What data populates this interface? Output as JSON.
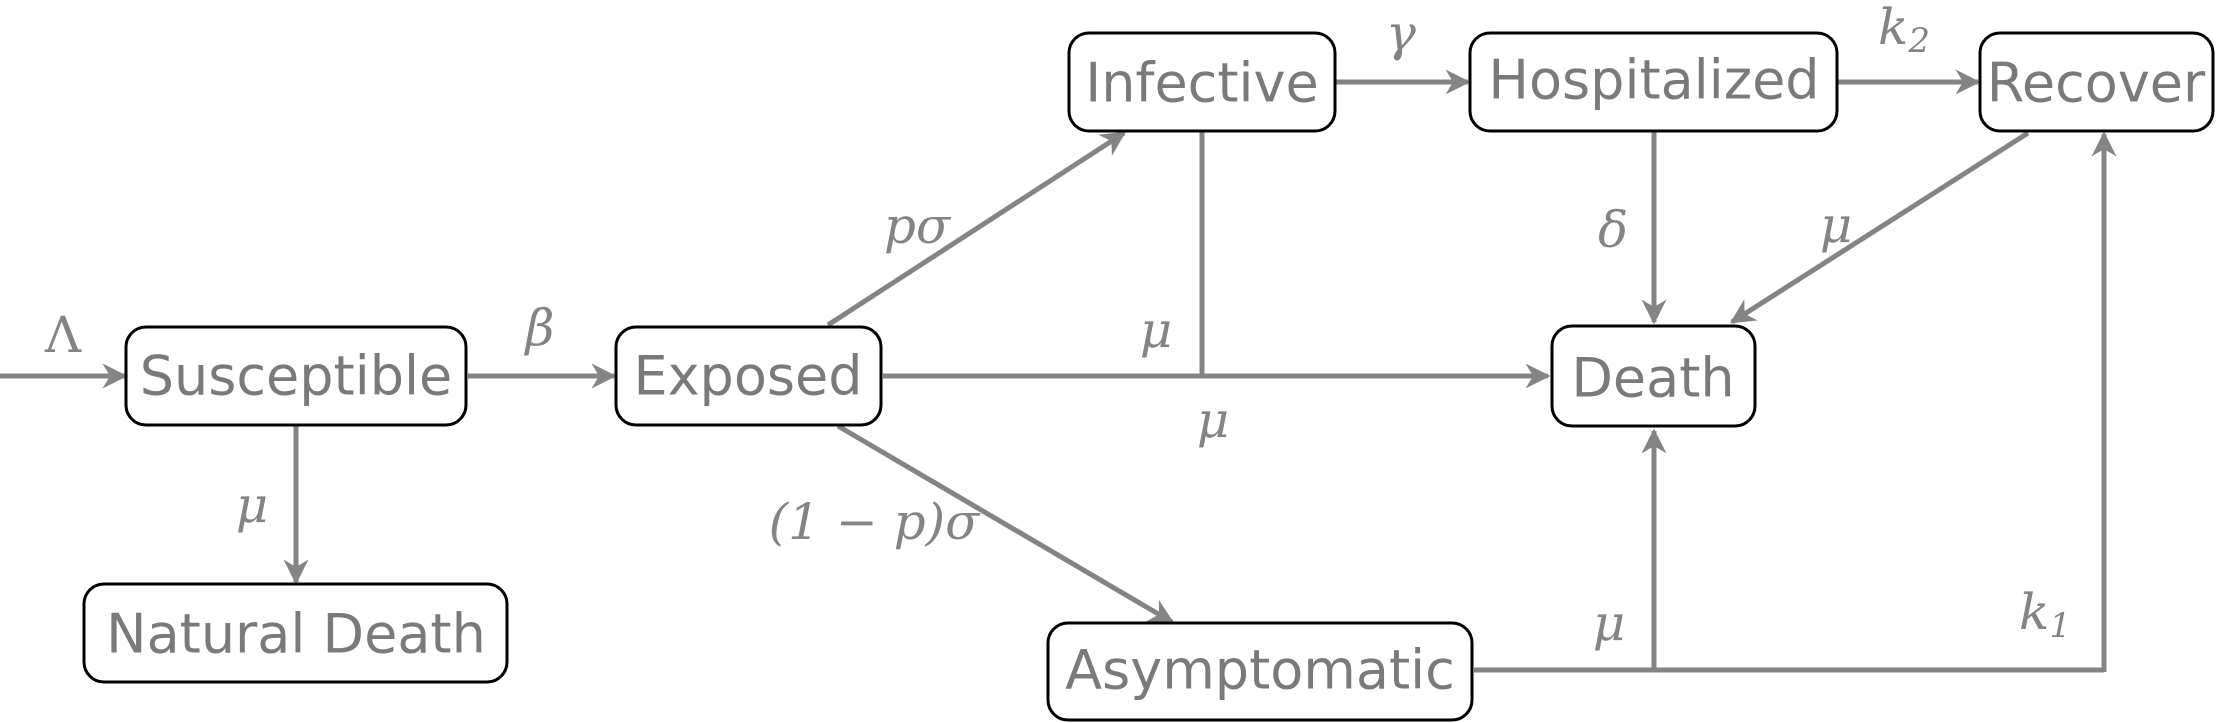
{
  "nodes": {
    "susceptible": "Susceptible",
    "exposed": "Exposed",
    "infective": "Infective",
    "hospitalized": "Hospitalized",
    "recover": "Recover",
    "death": "Death",
    "natural_death": "Natural Death",
    "asymptomatic": "Asymptomatic"
  },
  "labels": {
    "lambda": "Λ",
    "beta": "β",
    "mu_natural": "μ",
    "p_sigma": "pσ",
    "one_minus_p_sigma": "(1 − p)σ",
    "mu_exposed": "μ",
    "mu_infective": "μ",
    "gamma": "γ",
    "k2_base": "k",
    "k2_sub": "2",
    "delta": "δ",
    "mu_recover": "μ",
    "mu_asymptomatic": "μ",
    "k1_base": "k",
    "k1_sub": "1"
  },
  "colors": {
    "text": "#7a7a7a",
    "edge": "#848484",
    "box_border": "#000000"
  }
}
